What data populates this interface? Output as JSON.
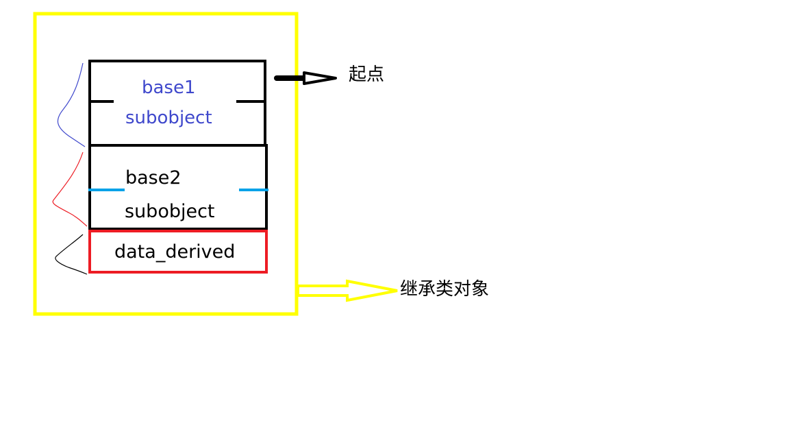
{
  "layers": {
    "base1": {
      "name": "base1",
      "sub": "subobject",
      "color": "#3f48cc"
    },
    "base2": {
      "name": "base2",
      "sub": "subobject",
      "separator_color": "#00a2e8"
    },
    "derived": {
      "name": "data_derived",
      "border_color": "#ed1c24"
    }
  },
  "annotations": {
    "start": "起点",
    "derived_object": "继承类对象"
  },
  "colors": {
    "outer_frame": "#ffff00",
    "block_border": "#000000",
    "brace_base1": "#3f48cc",
    "brace_base2": "#ed1c24",
    "brace_derived": "#000000"
  }
}
